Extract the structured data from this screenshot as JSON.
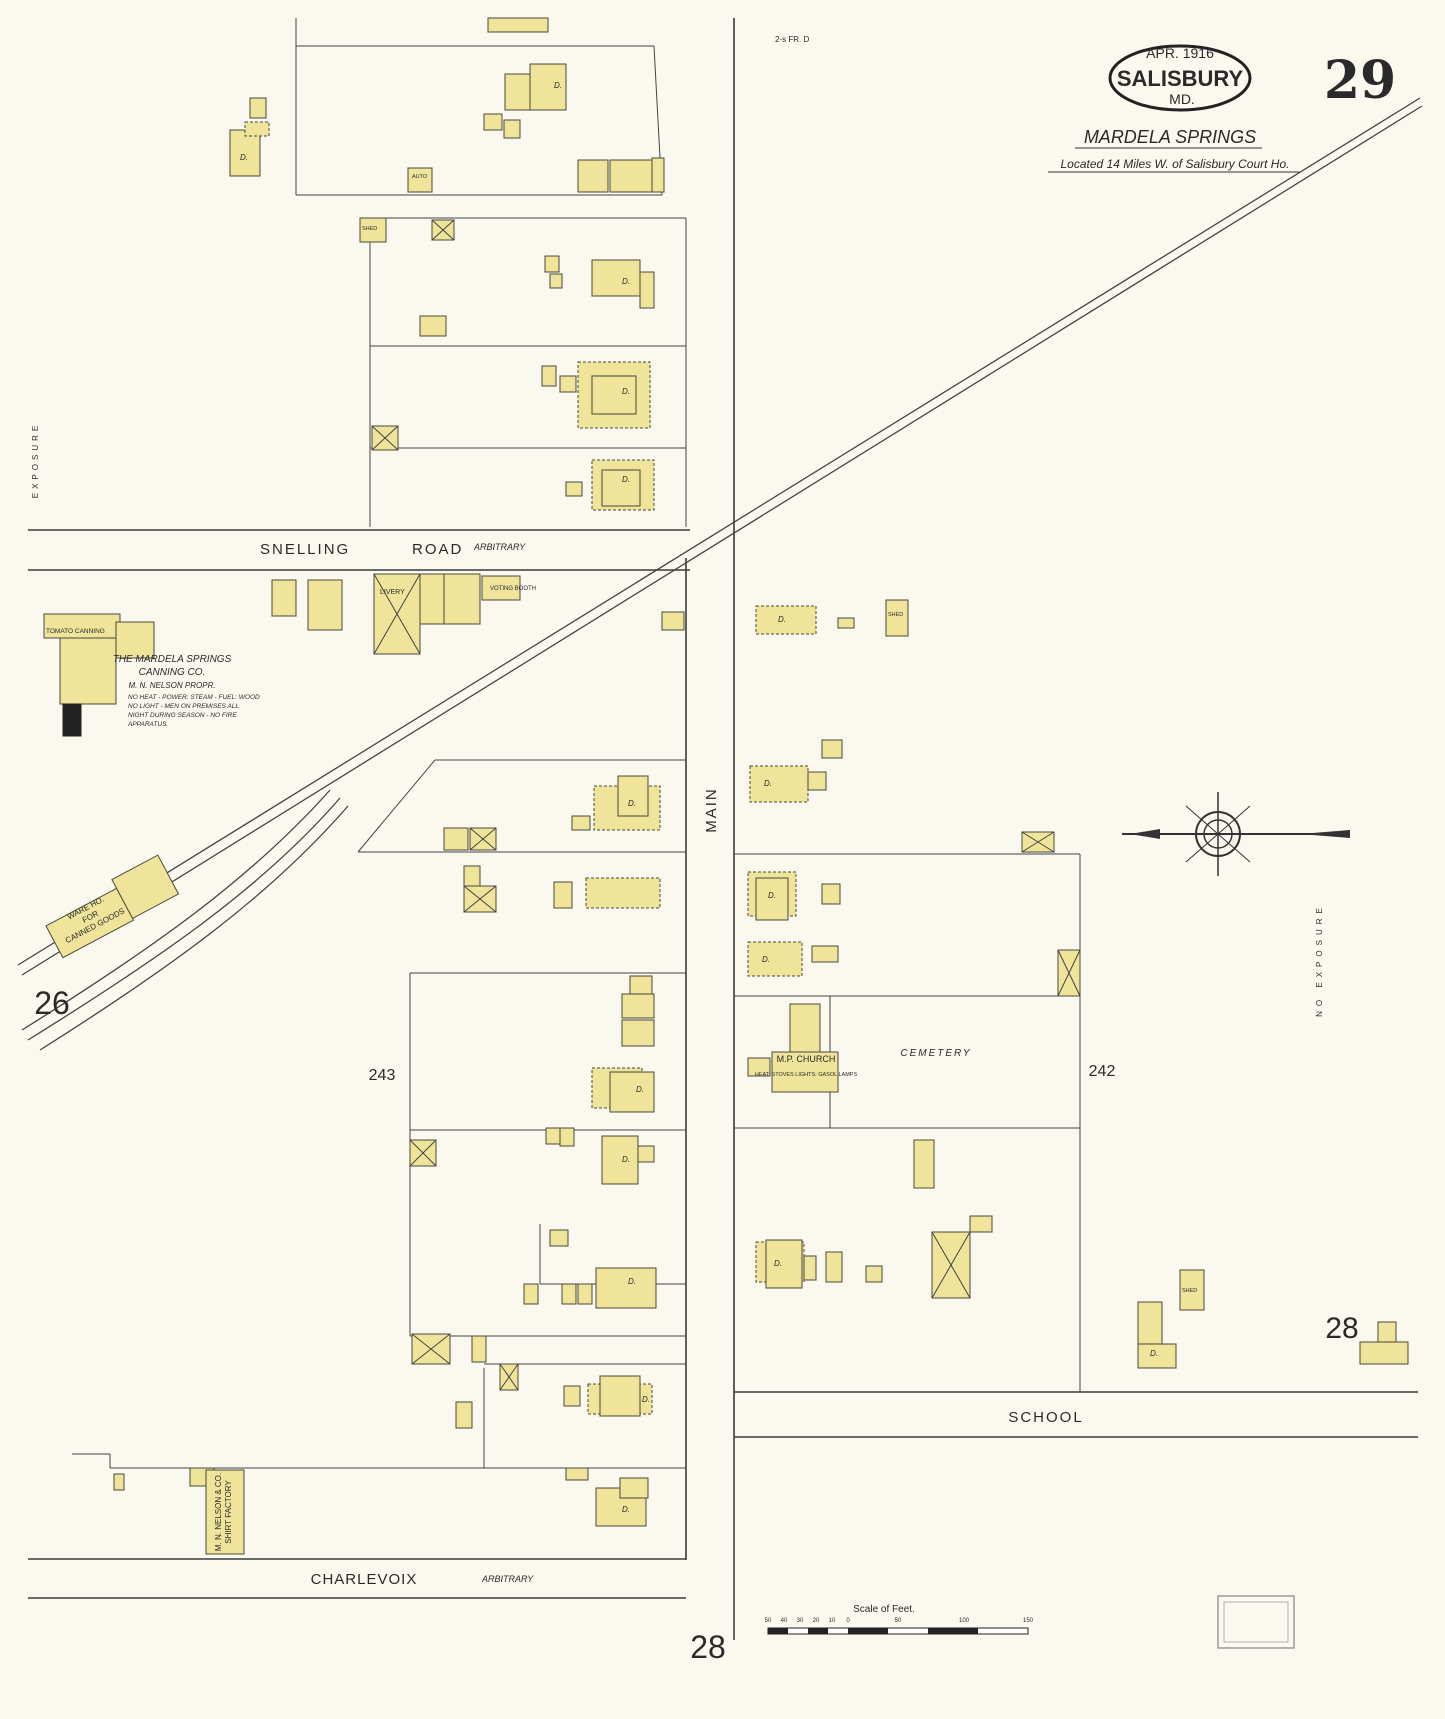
{
  "header": {
    "date": "APR. 1916",
    "city": "SALISBURY",
    "state": "MD.",
    "sheet_number": "29",
    "town": "MARDELA SPRINGS",
    "location_note": "Located 14 Miles W. of Salisbury Court Ho."
  },
  "streets": {
    "snelling": "SNELLING",
    "road": "ROAD",
    "snelling_arbitrary": "ARBITRARY",
    "main": "MAIN",
    "school": "SCHOOL",
    "charlevoix": "CHARLEVOIX",
    "charlevoix_arbitrary": "ARBITRARY"
  },
  "block_numbers": {
    "west": "243",
    "east": "242"
  },
  "sheet_refs": {
    "left": "26",
    "bottom": "28",
    "right": "28"
  },
  "labels": {
    "cannery_title": "THE MARDELA SPRINGS",
    "cannery_title2": "CANNING CO.",
    "cannery_owner": "M. N. NELSON PROPR.",
    "cannery_note1": "NO HEAT - POWER: STEAM - FUEL: WOOD",
    "cannery_note2": "NO LIGHT - MEN ON PREMISES ALL",
    "cannery_note3": "NIGHT DURING SEASON - NO FIRE",
    "cannery_note4": "APPARATUS.",
    "tomato_canning": "TOMATO CANNING",
    "warehouse1": "WARE HO.",
    "warehouse2": "FOR",
    "warehouse3": "CANNED GOODS",
    "livery": "LIVERY",
    "voting_booth": "VOTING BOOTH",
    "mp_church": "M.P. CHURCH",
    "church_note": "HEAT: STOVES LIGHTS: GASOL LAMPS",
    "cemetery": "CEMETERY",
    "shirt_factory1": "M. N. NELSON & CO.",
    "shirt_factory2": "SHIRT FACTORY",
    "shed": "SHED",
    "auto": "AUTO",
    "exposure_left": "EXPOSURE",
    "exposure_right": "NO EXPOSURE",
    "scale_title": "Scale of Feet.",
    "fr": "2-s FR. D"
  },
  "scale_ticks": [
    "50",
    "40",
    "30",
    "20",
    "10",
    "0",
    "50",
    "100",
    "150"
  ],
  "house_mark": "D."
}
